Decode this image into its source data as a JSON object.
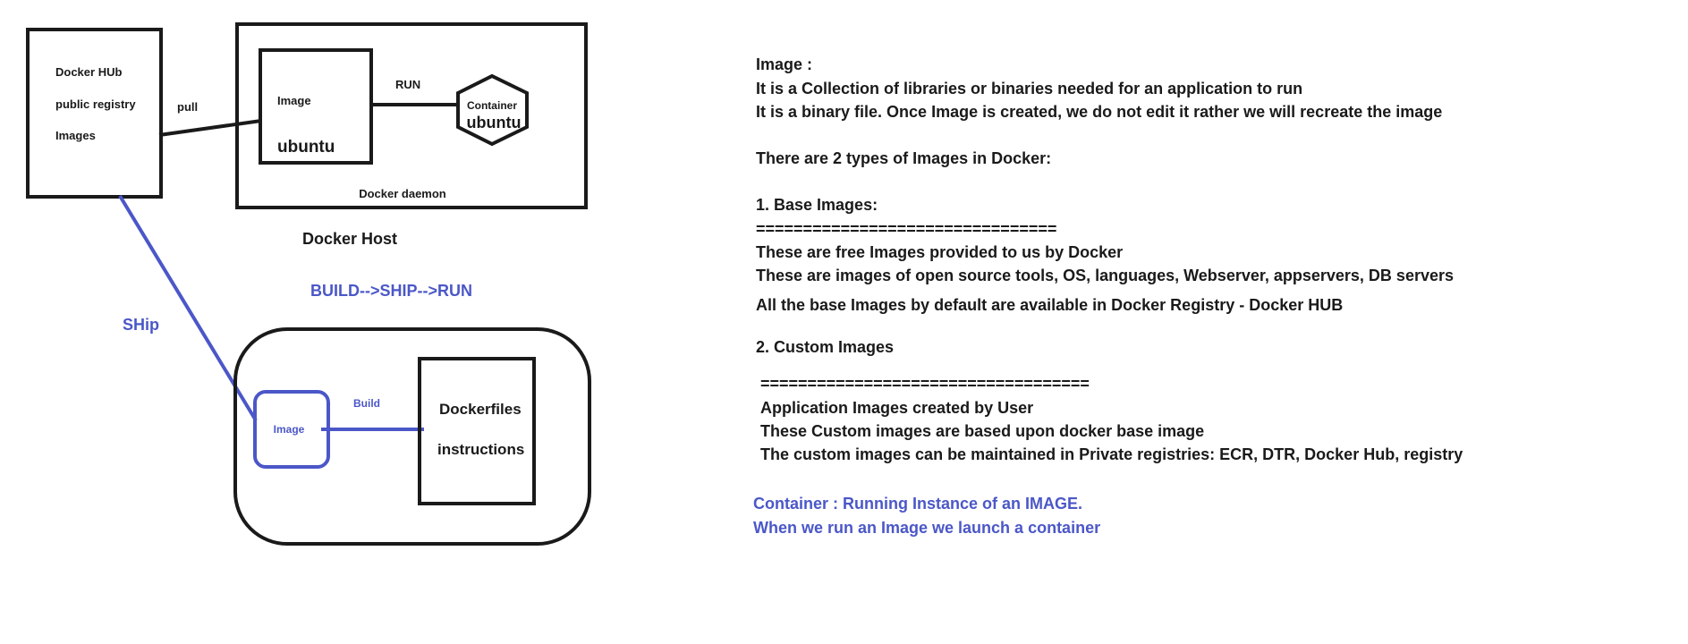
{
  "colors": {
    "ink": "#1a1a1a",
    "accent": "#4b57c8",
    "background": "#ffffff"
  },
  "diagram": {
    "hub_box": {
      "line1": "Docker HUb",
      "line2": "public registry",
      "line3": "Images"
    },
    "pull_label": "pull",
    "host_box": {
      "image_label": "Image",
      "image_name": "ubuntu",
      "run_label": "RUN",
      "container_label": "Container",
      "container_name": "ubuntu",
      "daemon_label": "Docker daemon"
    },
    "host_label": "Docker Host",
    "flow_label": "BUILD-->SHIP-->RUN",
    "ship_label": "SHip",
    "build_box": {
      "image_label": "Image",
      "build_label": "Build",
      "dockerfile_line1": "Dockerfiles",
      "dockerfile_line2": "instructions"
    }
  },
  "notes": {
    "image_heading": "Image :",
    "image_def1": "It is a Collection of libraries or binaries needed for an application to run",
    "image_def2": "It is a binary file. Once Image is created, we do not edit it rather we will recreate the image",
    "types_intro": "There are 2 types of Images in Docker:",
    "base_heading": "1. Base Images:",
    "base_underline": "================================",
    "base_1": "These are free Images provided to us by Docker",
    "base_2": "These are images of open source tools, OS, languages, Webserver, appservers, DB servers",
    "base_3": "All the base Images by default are available in Docker Registry - Docker HUB",
    "custom_heading": "2. Custom Images",
    "custom_underline": "===================================",
    "custom_1": "Application Images created by User",
    "custom_2": "These Custom images are based upon docker base image",
    "custom_3": "The custom images can be maintained in Private registries: ECR, DTR, Docker Hub, registry",
    "container_def1": "Container : Running Instance of an IMAGE.",
    "container_def2": "When we run an Image we launch a container"
  }
}
